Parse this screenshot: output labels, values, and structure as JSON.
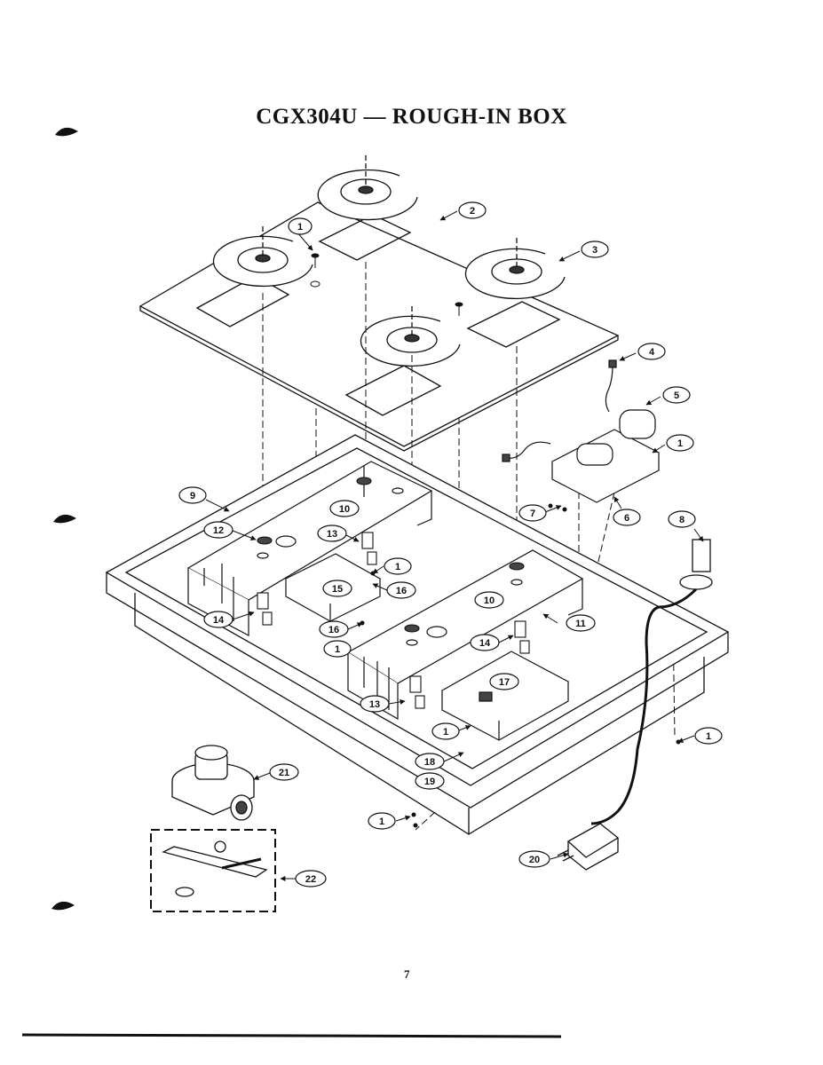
{
  "page": {
    "title": "CGX304U — ROUGH-IN BOX",
    "page_number": "7"
  },
  "callouts": {
    "c1a": "1",
    "c2": "2",
    "c3": "3",
    "c4": "4",
    "c5": "5",
    "c1b": "1",
    "c6": "6",
    "c7": "7",
    "c8": "8",
    "c9": "9",
    "c10a": "10",
    "c12": "12",
    "c13a": "13",
    "c1c": "1",
    "c15": "15",
    "c16a": "16",
    "c10b": "10",
    "c14a": "14",
    "c16b": "16",
    "c1d": "1",
    "c11": "11",
    "c14b": "14",
    "c17": "17",
    "c13b": "13",
    "c1e": "1",
    "c18": "18",
    "c19": "19",
    "c1f": "1",
    "c21": "21",
    "c1g": "1",
    "c20": "20",
    "c22": "22"
  }
}
